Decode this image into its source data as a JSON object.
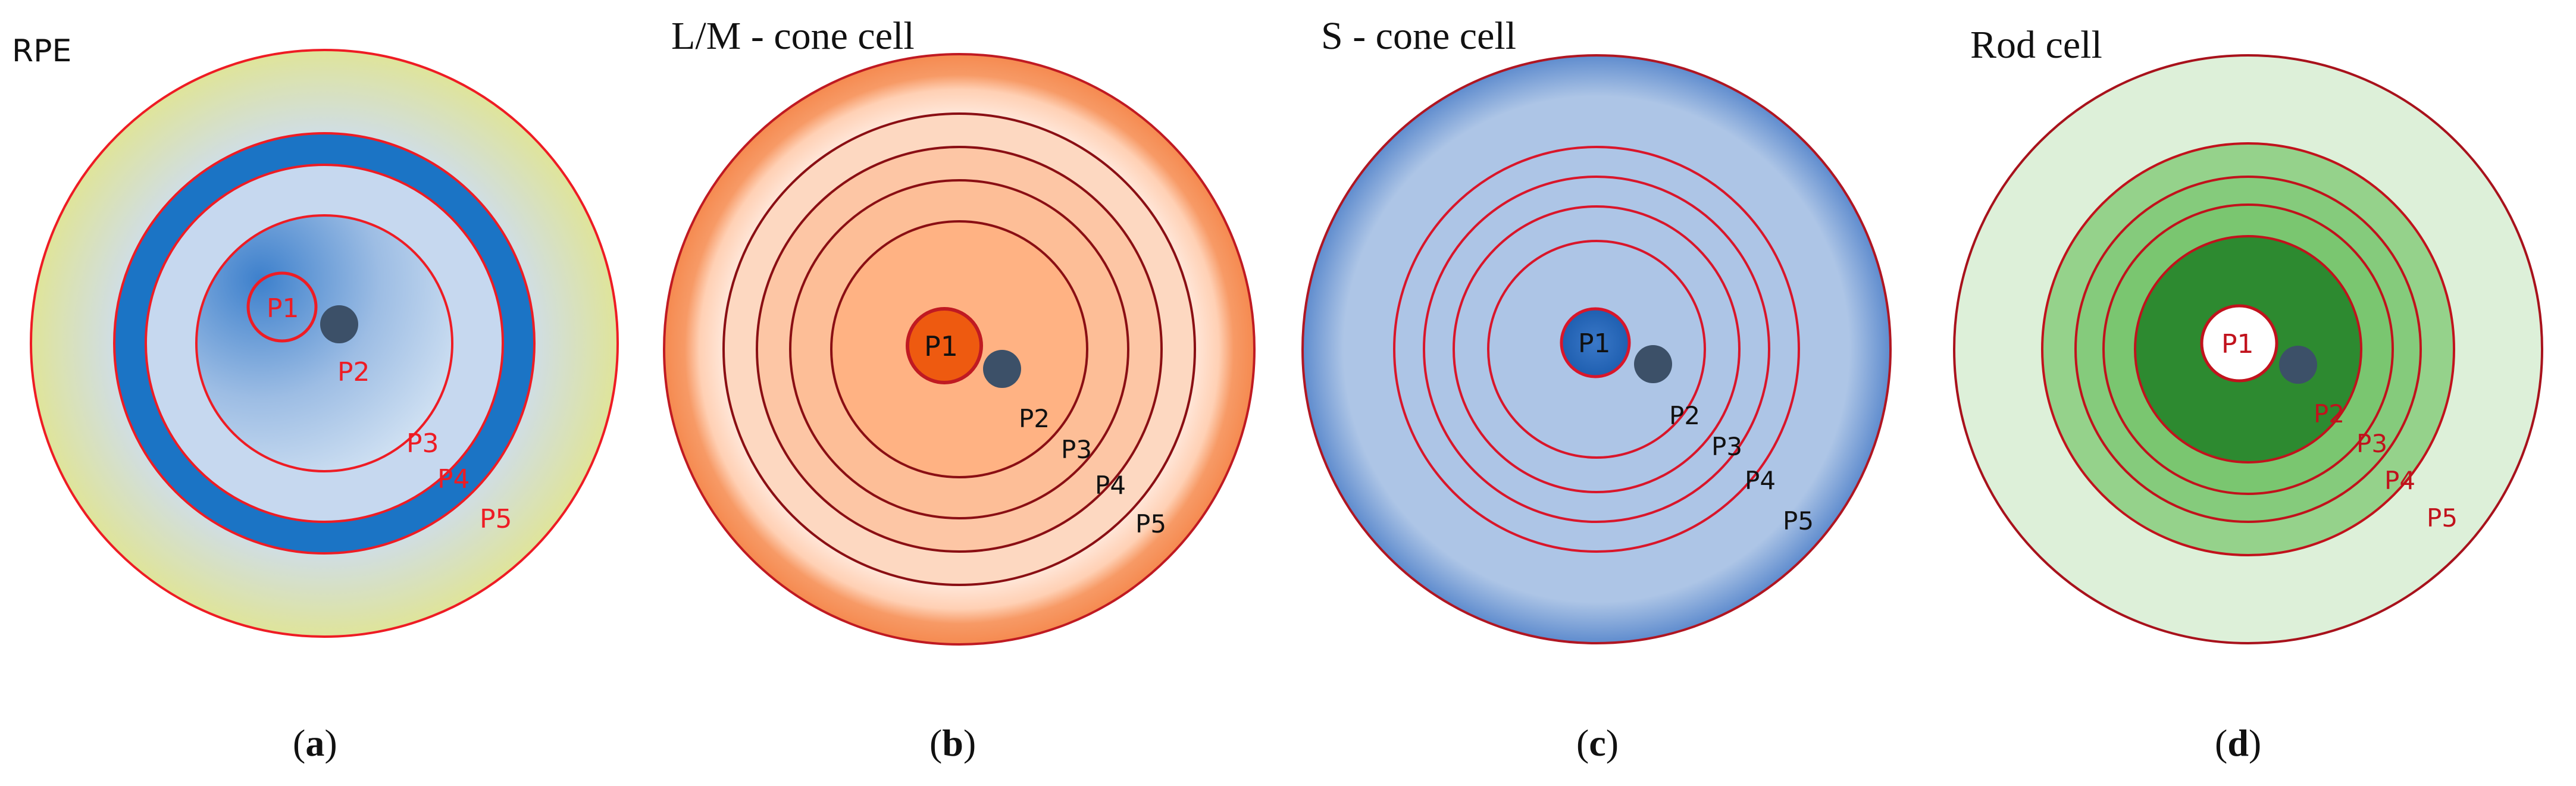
{
  "panels": [
    {
      "id": "a",
      "title": "RPE",
      "caption_letter": "a",
      "labels": [
        "P1",
        "P2",
        "P3",
        "P4",
        "P5"
      ],
      "colors": {
        "outer_center": "#c9d8ee",
        "outer_edge": "#dfe49a",
        "band": "#1b74c5",
        "inner_center": "#3d80cc",
        "inner_edge": "#c6d8ef",
        "ring_stroke": "#ee1c24",
        "label": "#ee1c24",
        "nucleus": "#3c5068"
      }
    },
    {
      "id": "b",
      "title": "L/M - cone cell",
      "caption_letter": "b",
      "labels": [
        "P1",
        "P2",
        "P3",
        "P4",
        "P5"
      ],
      "colors": {
        "outer_rim": "#f79a66",
        "outer_light": "#fff0e6",
        "inner_disc": "#ffb283",
        "p1_fill": "#ee5a10",
        "ring_stroke": "#8a0f14",
        "label": "#111111",
        "nucleus": "#3c5068"
      }
    },
    {
      "id": "c",
      "title": "S - cone cell",
      "caption_letter": "c",
      "labels": [
        "P1",
        "P2",
        "P3",
        "P4",
        "P5"
      ],
      "colors": {
        "disc": "#adc5e6",
        "rim": "#6b93cf",
        "p1_fill": "#2a6cc0",
        "ring_stroke": "#d9162a",
        "label": "#111111",
        "nucleus": "#3c5068"
      }
    },
    {
      "id": "d",
      "title": "Rod cell",
      "caption_letter": "d",
      "labels": [
        "P1",
        "P2",
        "P3",
        "P4",
        "P5"
      ],
      "colors": {
        "outer": "#ddf0d9",
        "mid": "#95d28b",
        "mid2": "#7ac670",
        "inner": "#2d8a30",
        "p1_fill": "#ffffff",
        "ring_stroke": "#c1121c",
        "label_p1": "#c1121c",
        "label": "#c1121c",
        "nucleus": "#3c5068"
      }
    }
  ]
}
